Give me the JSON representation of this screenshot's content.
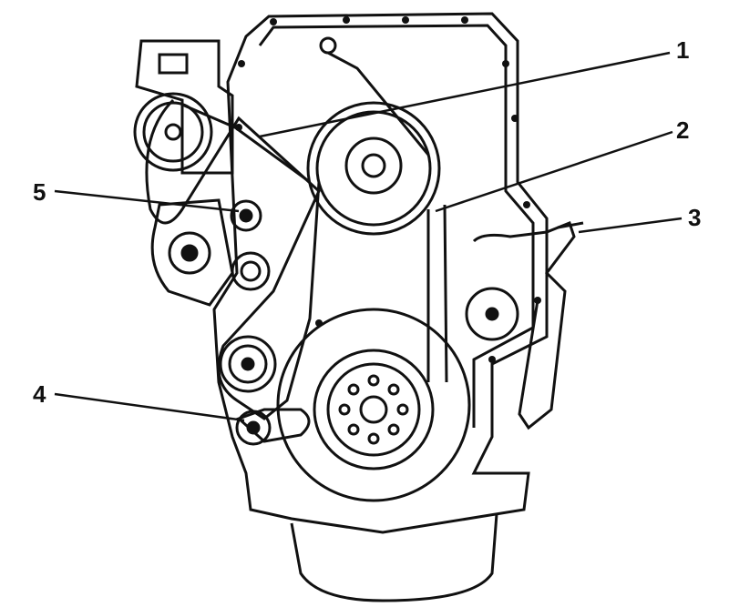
{
  "diagram": {
    "callouts": [
      {
        "id": "1",
        "label": "1"
      },
      {
        "id": "2",
        "label": "2"
      },
      {
        "id": "3",
        "label": "3"
      },
      {
        "id": "4",
        "label": "4"
      },
      {
        "id": "5",
        "label": "5"
      }
    ],
    "ink_color": "#111111",
    "paper_color": "#ffffff"
  }
}
